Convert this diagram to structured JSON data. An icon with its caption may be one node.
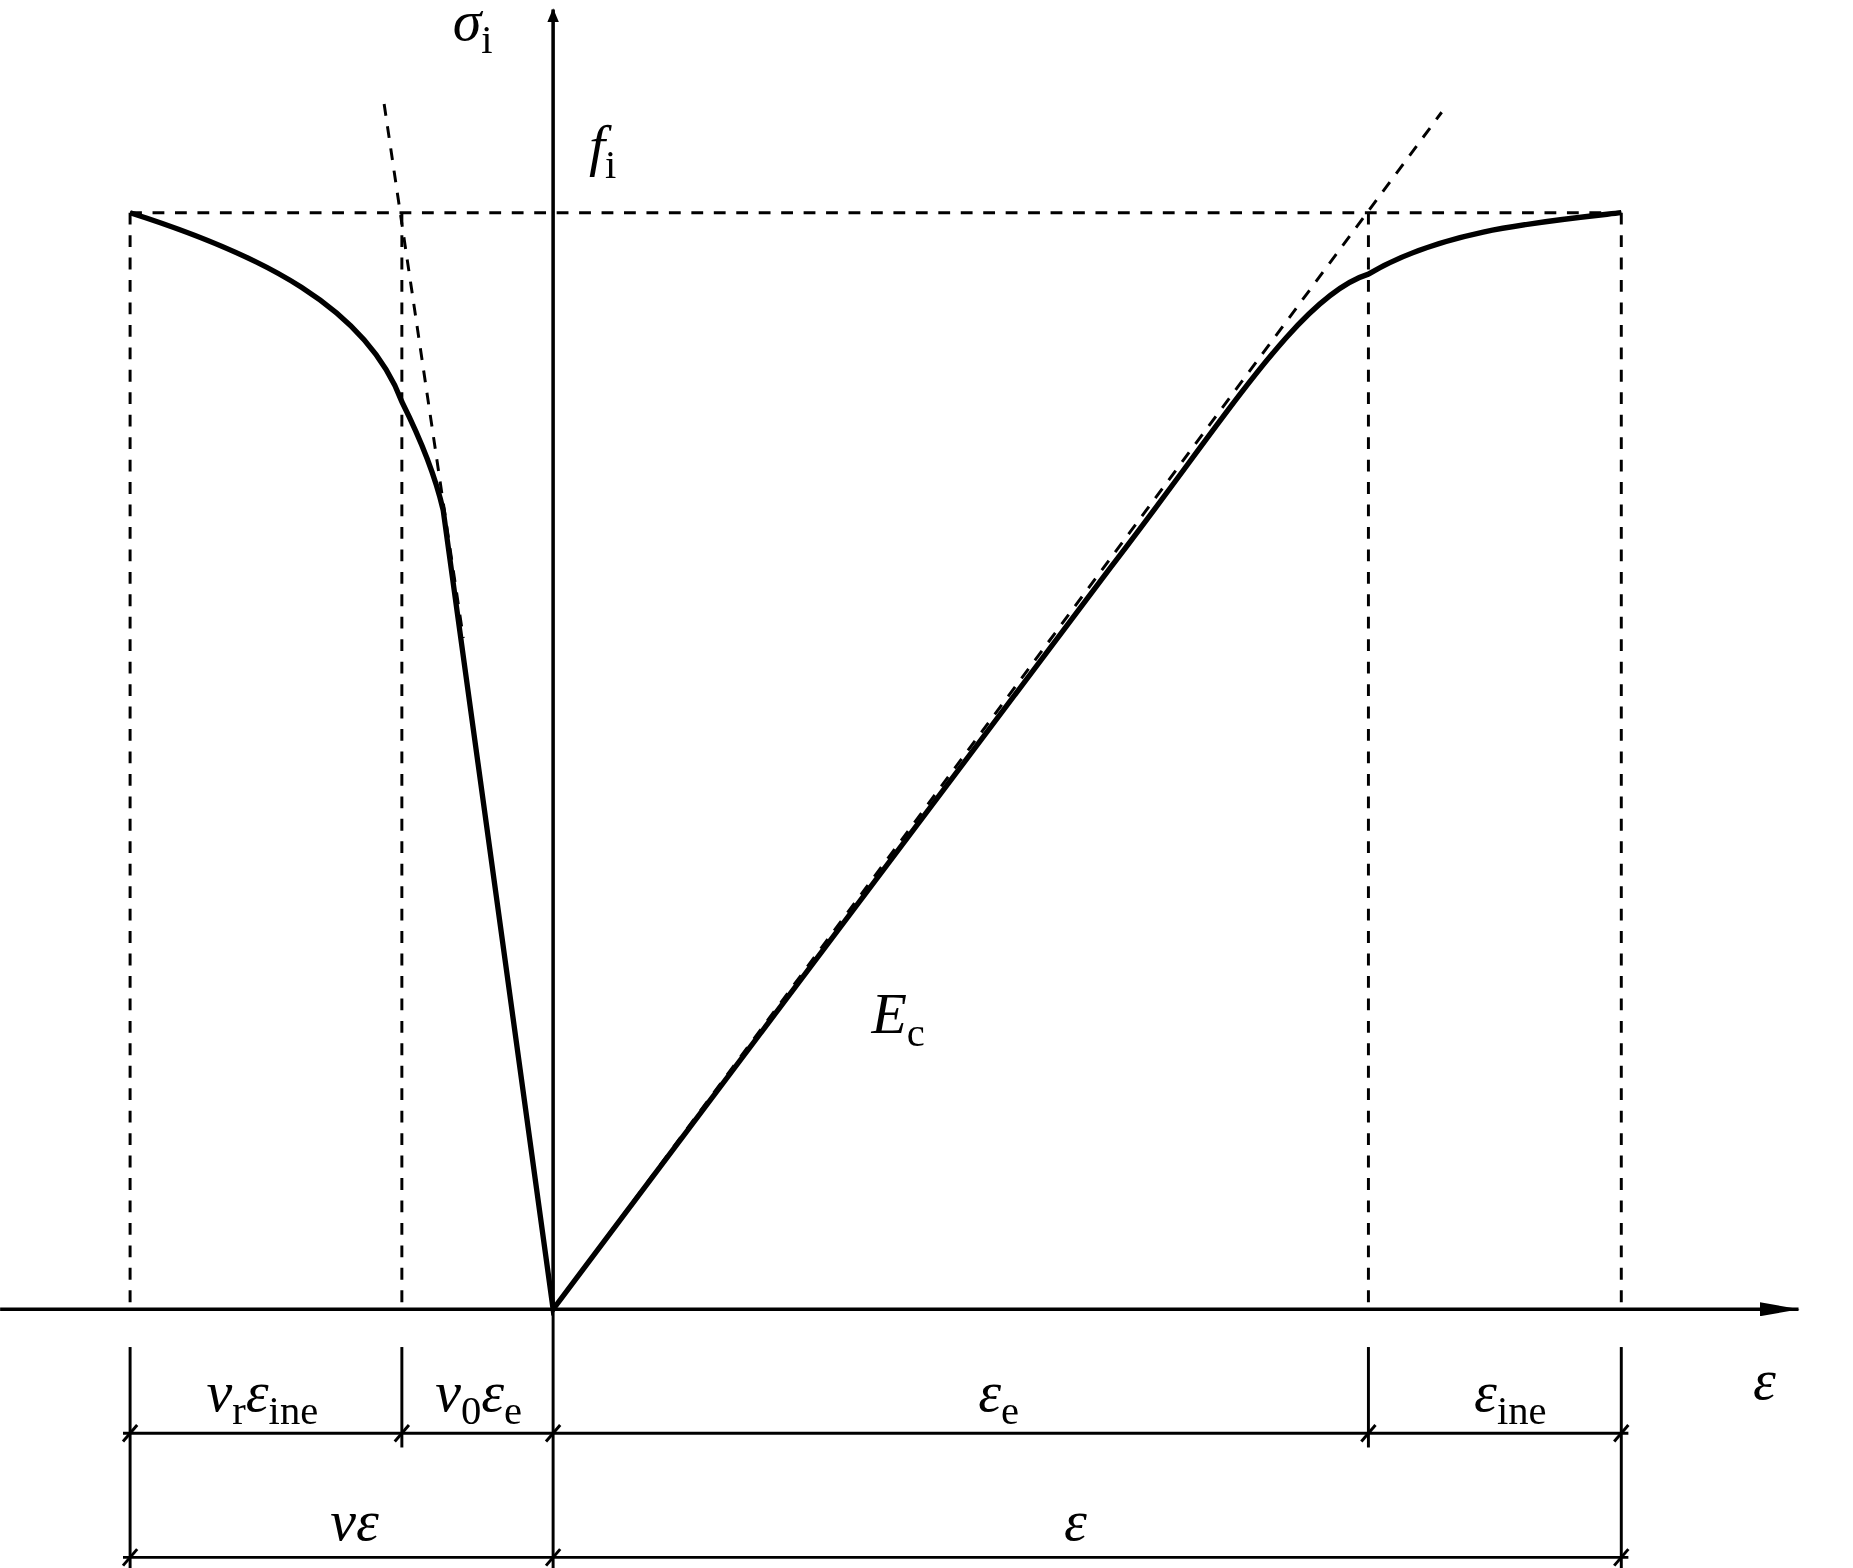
{
  "diagram": {
    "labels": [
      "σ$_{i}$",
      "f$_{i}$",
      "E$_{c}$",
      "ε",
      "ν$_{r}$ε$_{ine}$",
      "ν$_{0}$ε$_{e}$",
      "ε$_{e}$",
      "ε$_{ine}$",
      "νε",
      "ε"
    ]
  }
}
